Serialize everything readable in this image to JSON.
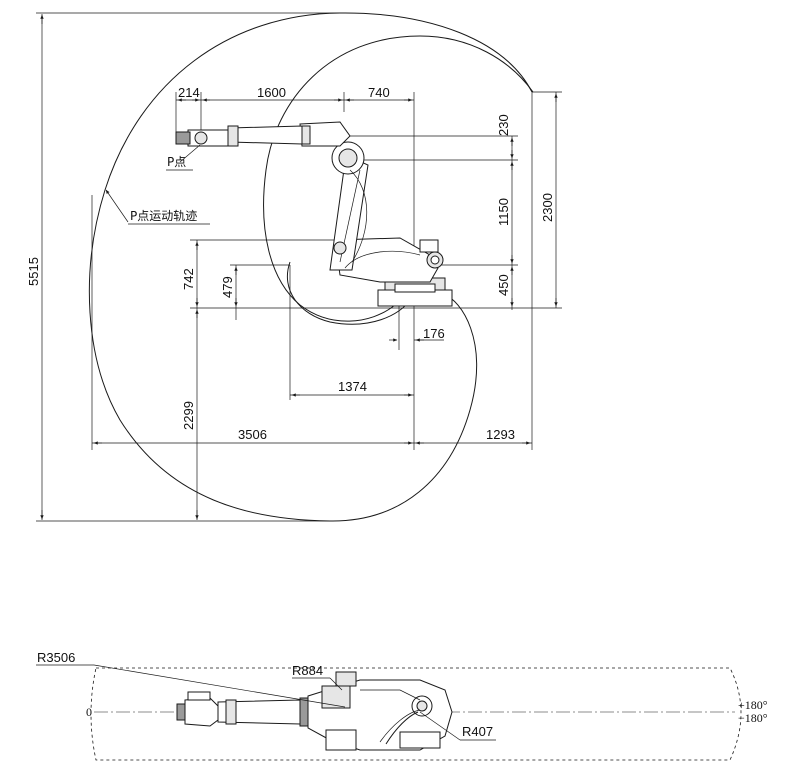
{
  "side_view": {
    "dimensions": {
      "d214": "214",
      "d1600": "1600",
      "d740": "740",
      "d230": "230",
      "d1150": "1150",
      "d2300": "2300",
      "d450": "450",
      "d742": "742",
      "d479": "479",
      "d176": "176",
      "d1374": "1374",
      "d2299": "2299",
      "d3506": "3506",
      "d1293": "1293",
      "d5515": "5515"
    },
    "labels": {
      "p_point": "P点",
      "p_trajectory": "P点运动轨迹"
    }
  },
  "top_view": {
    "labels": {
      "r3506": "R3506",
      "r884": "R884",
      "r407": "R407",
      "zero": "0",
      "plus180": "+180°",
      "minus180": "−180°"
    }
  }
}
